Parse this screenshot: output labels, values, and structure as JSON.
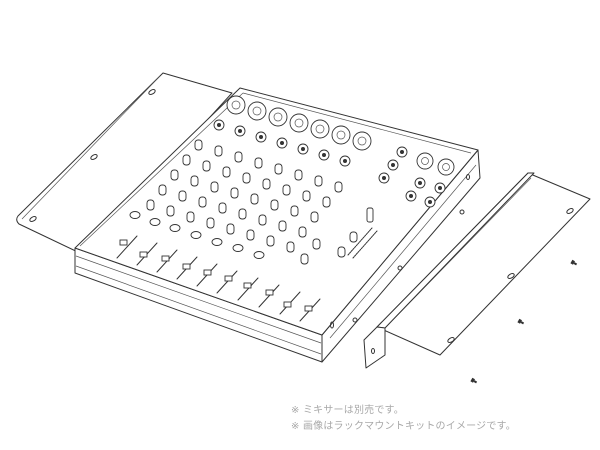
{
  "illustration": {
    "subject": "mixer-with-rack-mount-kit",
    "parts": [
      "left-rack-ear",
      "mixer",
      "right-rack-bracket",
      "screw",
      "screw",
      "screw"
    ],
    "stroke_color": "#333333",
    "background_color": "#ffffff"
  },
  "captions": {
    "line1": "※ ミキサーは別売です。",
    "line2": "※ 画像はラックマウントキットのイメージです。",
    "color": "#a8a8a8"
  }
}
